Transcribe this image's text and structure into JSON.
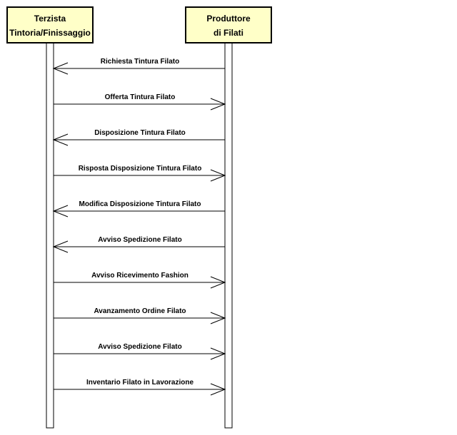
{
  "actors": [
    {
      "id": "terzista",
      "lines": [
        "Terzista",
        "Tintoria/Finissaggio"
      ]
    },
    {
      "id": "produttore",
      "lines": [
        "Produttore",
        "di Filati"
      ]
    }
  ],
  "messages": [
    {
      "label": "Richiesta Tintura Filato",
      "from": "produttore",
      "to": "terzista"
    },
    {
      "label": "Offerta Tintura Filato",
      "from": "terzista",
      "to": "produttore"
    },
    {
      "label": "Disposizione Tintura Filato",
      "from": "produttore",
      "to": "terzista"
    },
    {
      "label": "Risposta Disposizione Tintura Filato",
      "from": "terzista",
      "to": "produttore"
    },
    {
      "label": "Modifica Disposizione Tintura Filato",
      "from": "produttore",
      "to": "terzista"
    },
    {
      "label": "Avviso Spedizione Filato",
      "from": "produttore",
      "to": "terzista"
    },
    {
      "label": "Avviso Ricevimento Fashion",
      "from": "terzista",
      "to": "produttore"
    },
    {
      "label": "Avanzamento Ordine Filato",
      "from": "terzista",
      "to": "produttore"
    },
    {
      "label": "Avviso Spedizione Filato",
      "from": "terzista",
      "to": "produttore"
    },
    {
      "label": "Inventario Filato in Lavorazione",
      "from": "terzista",
      "to": "produttore"
    }
  ],
  "colors": {
    "actor_fill": "#ffffc8",
    "stroke": "#000000",
    "lifeline_fill": "#ffffff"
  }
}
